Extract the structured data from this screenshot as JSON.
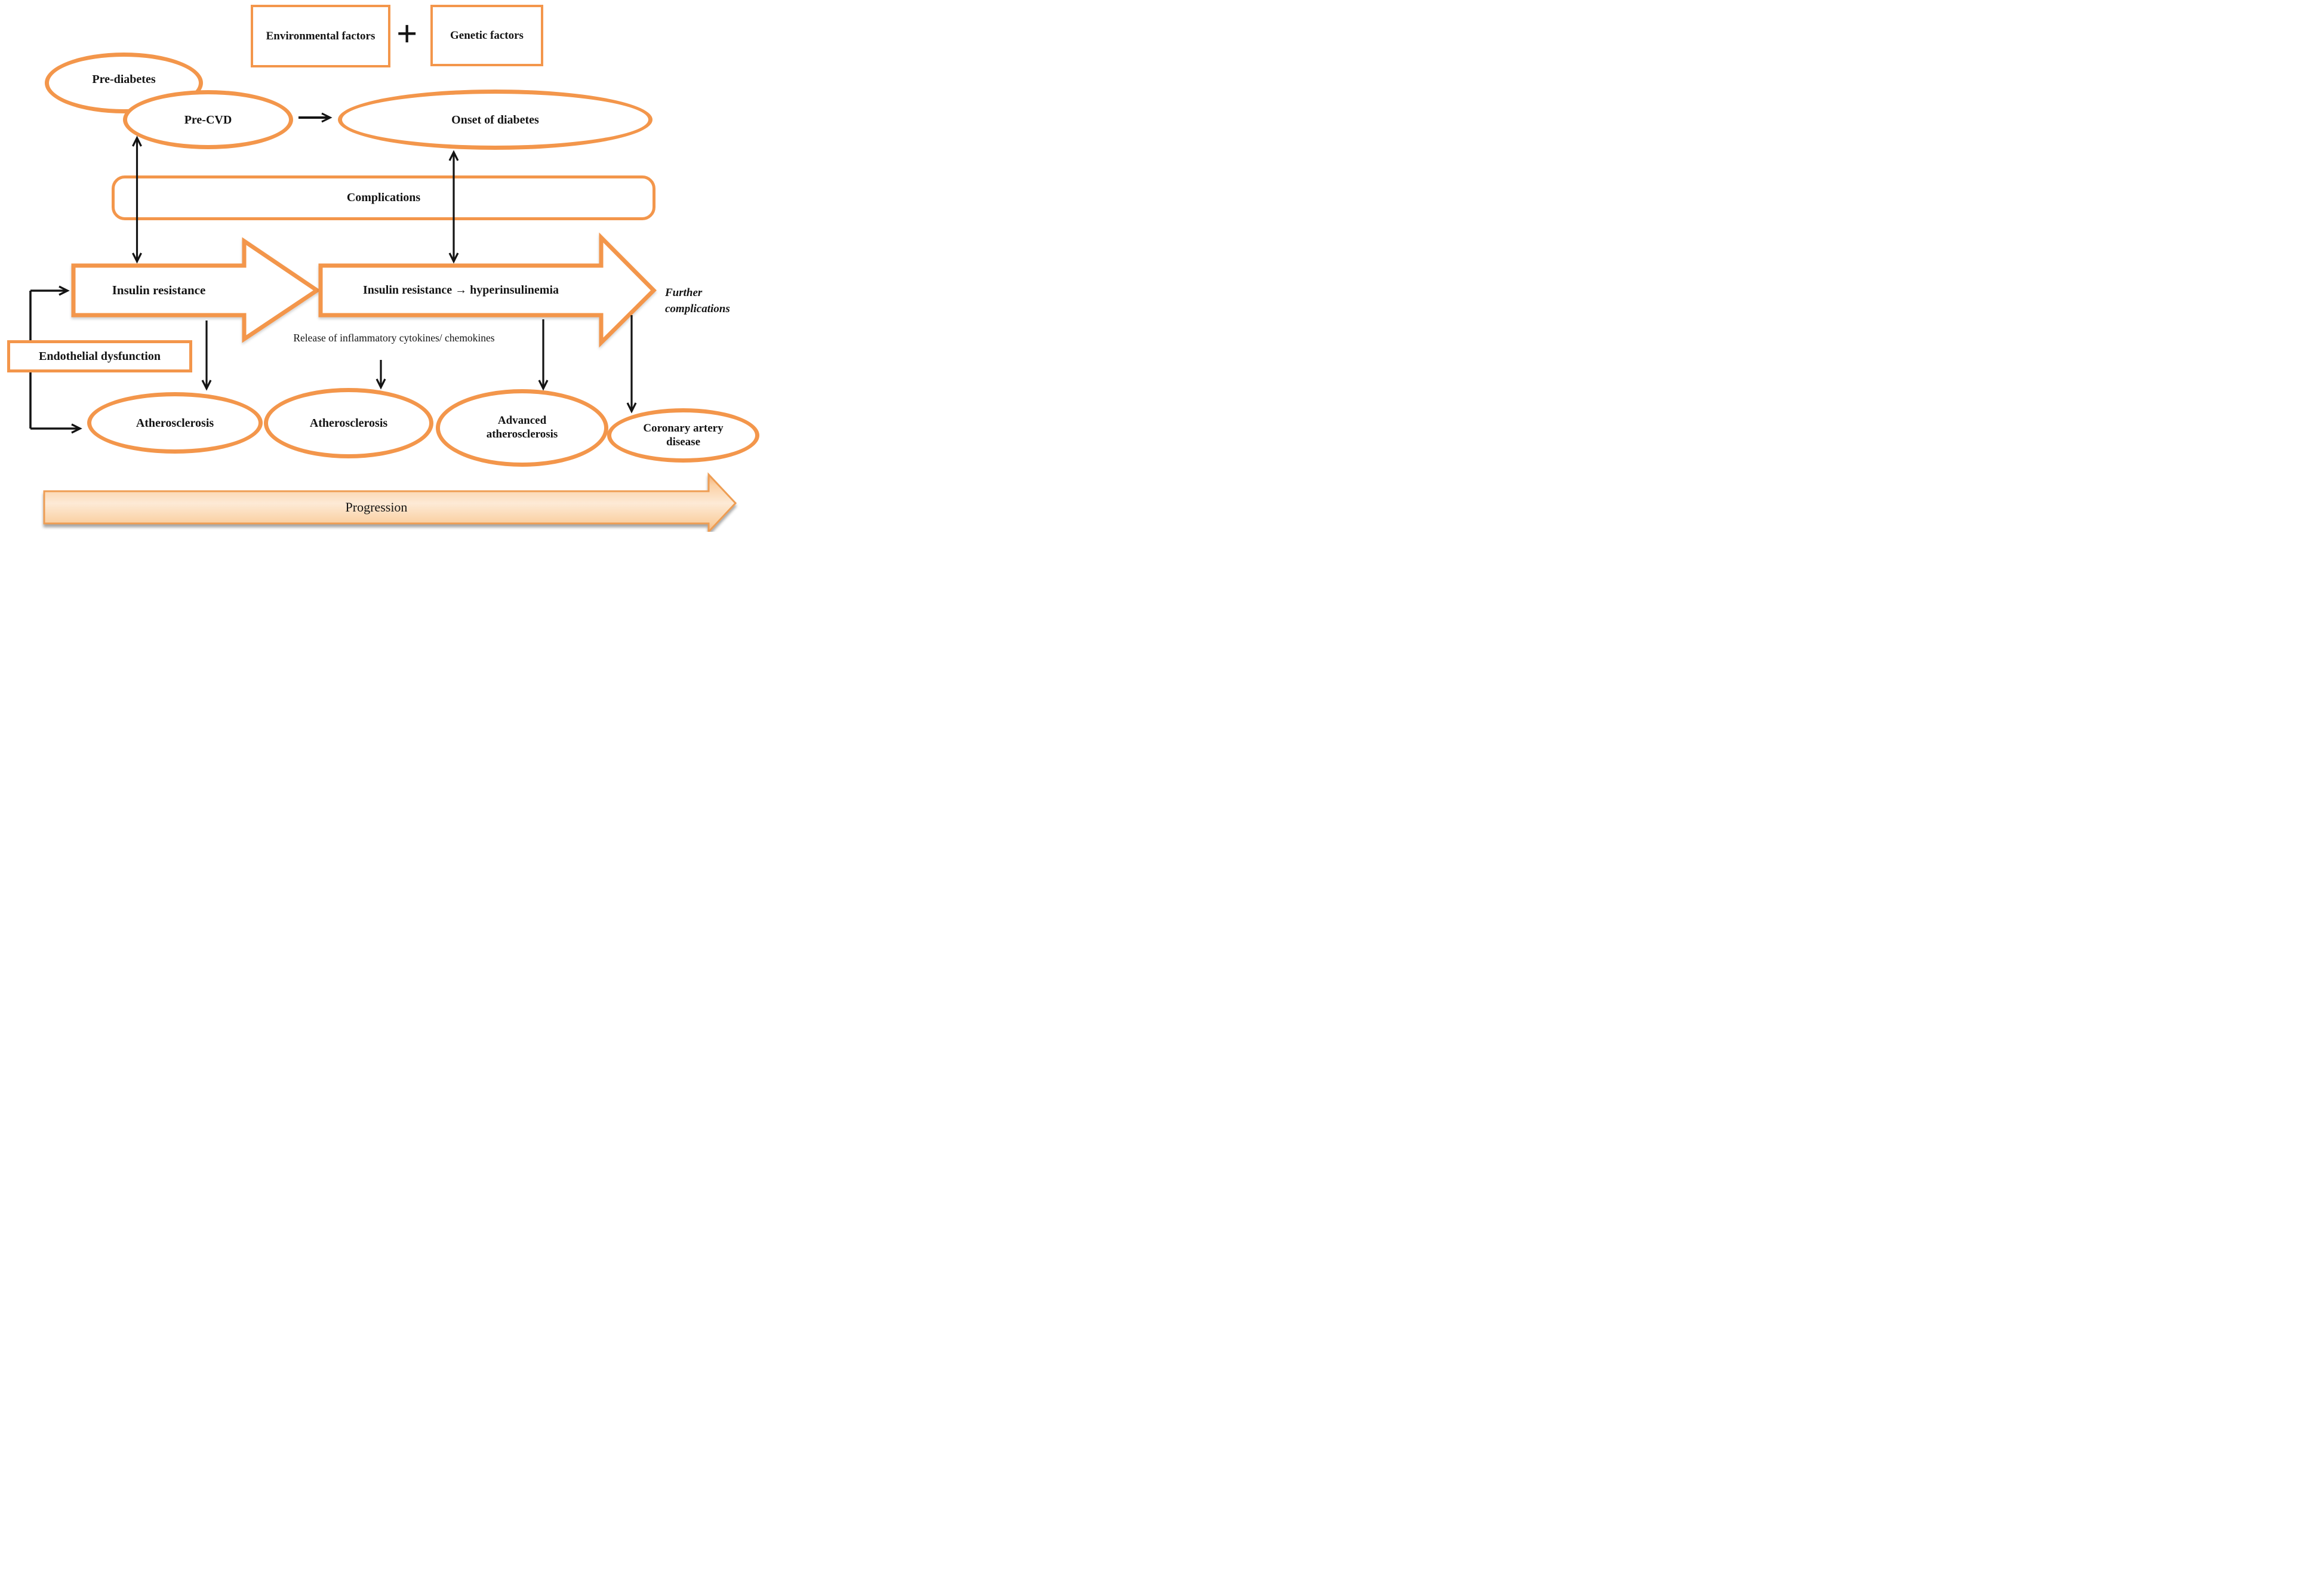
{
  "factors": {
    "environmental_label": "Environmental factors",
    "plus_sign": "+",
    "genetic_label": "Genetic factors"
  },
  "nodes": {
    "pre_diabetes": "Pre-diabetes",
    "pre_cvd": "Pre-CVD",
    "onset_of_diabetes": "Onset of diabetes",
    "complications": "Complications",
    "insulin_resistance": "Insulin resistance",
    "insulin_resistance_hyperinsulinemia": "Insulin resistance → hyperinsulinemia",
    "endothelial_dysfunction": "Endothelial dysfunction",
    "atherosclerosis_early": "Atherosclerosis",
    "atherosclerosis_mid": "Atherosclerosis",
    "advanced_atherosclerosis": "Advanced atherosclerosis",
    "coronary_artery_disease": "Coronary artery disease"
  },
  "annotations": {
    "further_complications": "Further complications",
    "release_of_cytokines": "Release of inflammatory cytokines/ chemokines",
    "progression": "Progression"
  },
  "colors": {
    "outline_orange": "#F3964B",
    "progression_fill_light": "#FDEAD6",
    "progression_fill_dark": "#F3AC72",
    "arrow_black": "#141414"
  }
}
